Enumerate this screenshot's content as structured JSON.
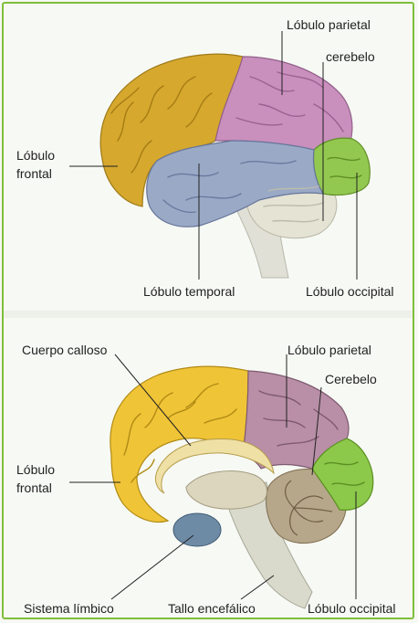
{
  "top": {
    "labels": {
      "parietal": "Lóbulo parietal",
      "cerebelo": "cerebelo",
      "frontal_1": "Lóbulo",
      "frontal_2": "frontal",
      "temporal": "Lóbulo temporal",
      "occipital": "Lóbulo occipital"
    }
  },
  "bottom": {
    "labels": {
      "calloso": "Cuerpo calloso",
      "parietal": "Lóbulo parietal",
      "cerebelo": "Cerebelo",
      "frontal_1": "Lóbulo",
      "frontal_2": "frontal",
      "limbico": "Sistema límbico",
      "tallo": "Tallo encefálico",
      "occipital": "Lóbulo occipital"
    }
  },
  "colors": {
    "frontal": "#d9aa2e",
    "parietal": "#c98fbd",
    "temporal": "#9aa9c6",
    "occipital": "#92c84f",
    "cerebellum": "#e3e2d2",
    "brainstem": "#d8d8cc",
    "limbic": "#6d8aa6",
    "callosum": "#f0e2a8",
    "border": "#7fbf3a"
  }
}
